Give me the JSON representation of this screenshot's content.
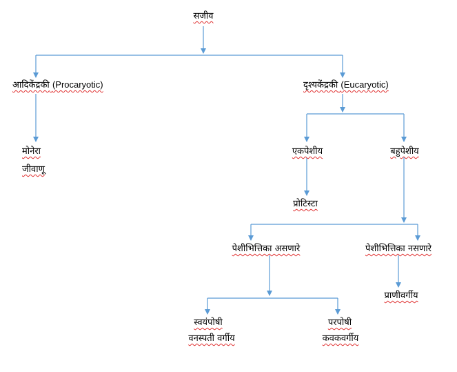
{
  "diagram": {
    "line_color": "#5b9bd5",
    "squiggle_color": "#e03030",
    "root": {
      "label": "सजीव"
    },
    "prokaryote": {
      "label": "आदिकेंद्रकी",
      "latin": "(Procaryotic)"
    },
    "eukaryote": {
      "label": "दृश्यकेंद्रकी",
      "latin": "(Eucaryotic)"
    },
    "monera": {
      "line1": "मोनेरा",
      "line2": "जीवाणू"
    },
    "unicellular": {
      "label": "एकपेशीय"
    },
    "multicellular": {
      "label": "बहुपेशीय"
    },
    "protista": {
      "label": "प्रोटिस्टा"
    },
    "with_cell_wall": {
      "label": "पेशीभित्तिका असणारे"
    },
    "without_cell_wall": {
      "label": "पेशीभित्तिका नसणारे"
    },
    "animals": {
      "label": "प्राणीवर्गीय"
    },
    "autotroph": {
      "line1": "स्वयंपोषी",
      "line2": "वनस्पती वर्गीय"
    },
    "heterotroph": {
      "line1": "परपोषी",
      "line2": "कवकवर्गीय"
    }
  }
}
